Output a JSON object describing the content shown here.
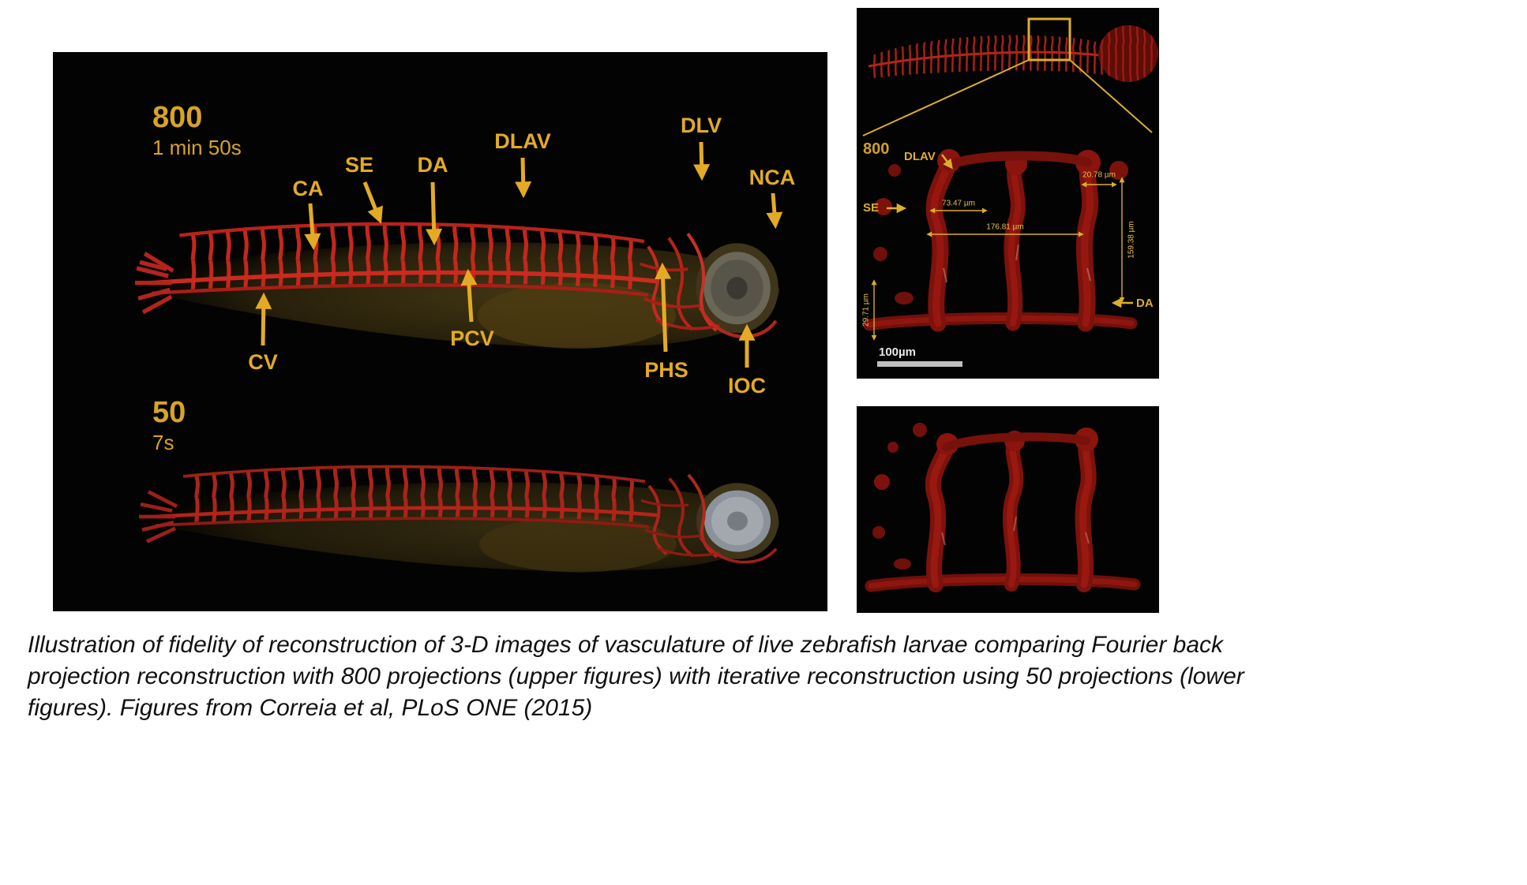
{
  "colors": {
    "annotation_gold": "#e3ab25",
    "label_gold": "#d8a428",
    "vessel_red": "#c5271c",
    "vessel_dark_red": "#7c120c",
    "panel_background": "#030303",
    "page_background": "#ffffff"
  },
  "main_panel": {
    "recon_800": {
      "projections": "800",
      "time": "1 min 50s"
    },
    "recon_50": {
      "projections": "50",
      "time": "7s"
    },
    "labels": {
      "ca": "CA",
      "se": "SE",
      "da": "DA",
      "dlav": "DLAV",
      "dlv": "DLV",
      "nca": "NCA",
      "cv": "CV",
      "pcv": "PCV",
      "phs": "PHS",
      "ioc": "IOC"
    }
  },
  "inset_800": {
    "projections": "800",
    "labels": {
      "dlav": "DLAV",
      "se": "SE",
      "da": "DA"
    },
    "measurements": {
      "width_inner": "73.47 µm",
      "width_outer": "176.81 µm",
      "top_right": "20.78 µm",
      "height_right": "159.38 µm",
      "height_left": "29.71 µm"
    },
    "scale_bar": "100µm"
  },
  "caption": {
    "text": "Illustration of fidelity of reconstruction of 3-D images of vasculature of live zebrafish larvae comparing Fourier back projection reconstruction with 800 projections (upper figures) with iterative reconstruction using 50 projections (lower figures). Figures from Correia et al, PLoS ONE (2015)"
  }
}
